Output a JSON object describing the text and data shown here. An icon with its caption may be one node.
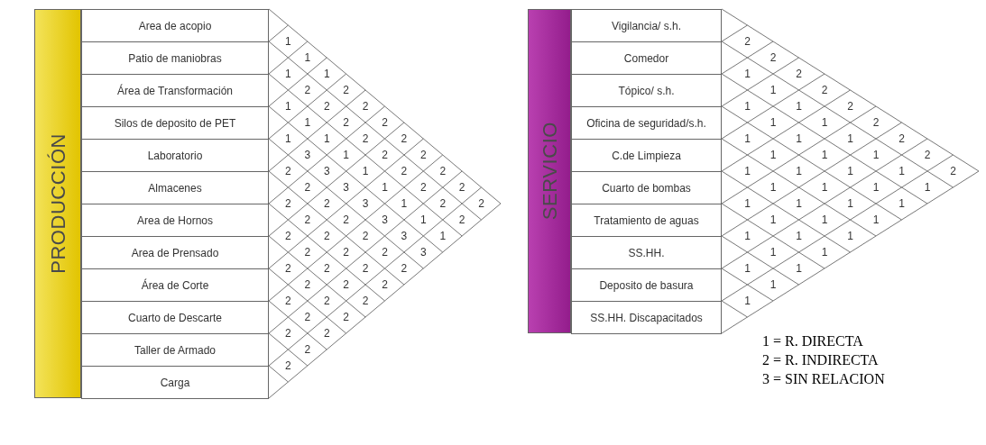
{
  "diagram": {
    "nodes": [
      {
        "text": [
          "PRODUCCIÓN"
        ]
      },
      {
        "text": [
          "Area de acopio"
        ]
      },
      {
        "text": [
          "Patio de maniobras"
        ]
      },
      {
        "text": [
          "Área de Transformación"
        ]
      },
      {
        "text": [
          "Silos de deposito de PET"
        ]
      },
      {
        "text": [
          "Laboratorio"
        ]
      },
      {
        "text": [
          "Almacenes"
        ]
      },
      {
        "text": [
          "Area de Hornos"
        ]
      },
      {
        "text": [
          "Area de Prensado"
        ]
      },
      {
        "text": [
          "Área de Corte"
        ]
      },
      {
        "text": [
          "Cuarto de Descarte"
        ]
      },
      {
        "text": [
          "Taller de Armado"
        ]
      },
      {
        "text": [
          "Carga"
        ]
      },
      {
        "text": [
          "SERVICIO"
        ]
      },
      {
        "text": [
          "Vigilancia/ s.h."
        ]
      },
      {
        "text": [
          "Comedor"
        ]
      },
      {
        "text": [
          "Tópico/ s.h."
        ]
      },
      {
        "text": [
          "Oficina de seguridad/s.h."
        ]
      },
      {
        "text": [
          "C.de Limpieza"
        ]
      },
      {
        "text": [
          "Cuarto de bombas"
        ]
      },
      {
        "text": [
          "Tratamiento de aguas"
        ]
      },
      {
        "text": [
          "SS.HH."
        ]
      },
      {
        "text": [
          "Deposito de basura"
        ]
      },
      {
        "text": [
          "SS.HH. Discapacitados"
        ]
      }
    ],
    "labels": [
      "1",
      "1",
      "1",
      "1",
      "2",
      "2",
      "1",
      "2",
      "2",
      "1",
      "2",
      "2",
      "1",
      "1",
      "2",
      "2",
      "3",
      "1",
      "2",
      "2",
      "2",
      "3",
      "1",
      "2",
      "2",
      "2",
      "3",
      "1",
      "2",
      "2",
      "2",
      "2",
      "3",
      "1",
      "2",
      "2",
      "2",
      "2",
      "3",
      "1",
      "2",
      "2",
      "2",
      "2",
      "3",
      "1",
      "2",
      "2",
      "2",
      "3",
      "2",
      "2",
      "2",
      "2",
      "2",
      "2",
      "2",
      "2",
      "2",
      "2",
      "2",
      "2",
      "2",
      "2",
      "2",
      "2",
      "2",
      "2",
      "1",
      "2",
      "1",
      "2",
      "1",
      "1",
      "2",
      "1",
      "1",
      "2",
      "1",
      "1",
      "1",
      "2",
      "1",
      "1",
      "1",
      "2",
      "1",
      "1",
      "1",
      "1",
      "2",
      "1",
      "1",
      "1",
      "1",
      "1",
      "1",
      "1",
      "1",
      "1",
      "1",
      "1",
      "1",
      "1",
      "1",
      "1",
      "1",
      "1",
      "1",
      "1",
      "1",
      "1 = R. DIRECTA",
      "2 = R. INDIRECTA",
      "3 = SIN RELACION"
    ]
  }
}
